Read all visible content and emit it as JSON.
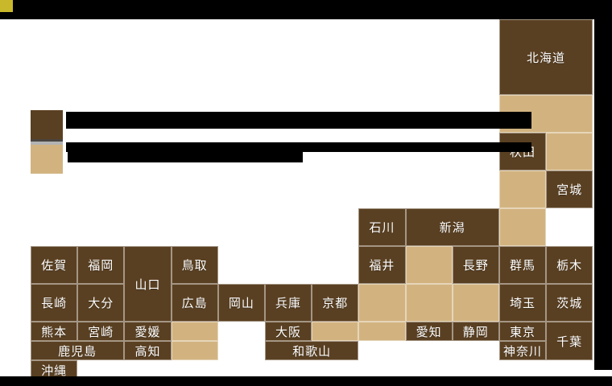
{
  "header": {
    "swatch_color": "#C9B829",
    "bar_color": "#000000"
  },
  "legend": {
    "items": [
      {
        "swatch_color": "#5A4022",
        "label": "",
        "label_redacted": true
      },
      {
        "swatch_color": "#D2B380",
        "label": "",
        "label_redacted": true
      }
    ]
  },
  "map": {
    "type": "japan-prefecture-grid",
    "colors": {
      "covered": "#5A4022",
      "uncovered": "#D2B380"
    },
    "cells": [
      {
        "name": "hokkaido",
        "label": "北海道",
        "state": "covered",
        "col": 11,
        "row": 1,
        "colspan": 2,
        "rowspan": 2
      },
      {
        "name": "aomori",
        "label": "",
        "state": "uncovered",
        "col": 11,
        "row": 3,
        "colspan": 2,
        "rowspan": 1
      },
      {
        "name": "akita",
        "label": "秋田",
        "state": "covered",
        "col": 11,
        "row": 4,
        "colspan": 1,
        "rowspan": 1
      },
      {
        "name": "iwate",
        "label": "",
        "state": "uncovered",
        "col": 12,
        "row": 4,
        "colspan": 1,
        "rowspan": 1
      },
      {
        "name": "yamagata",
        "label": "",
        "state": "uncovered",
        "col": 11,
        "row": 5,
        "colspan": 1,
        "rowspan": 1
      },
      {
        "name": "miyagi",
        "label": "宮城",
        "state": "covered",
        "col": 12,
        "row": 5,
        "colspan": 1,
        "rowspan": 1
      },
      {
        "name": "ishikawa",
        "label": "石川",
        "state": "covered",
        "col": 8,
        "row": 6,
        "colspan": 1,
        "rowspan": 1
      },
      {
        "name": "niigata",
        "label": "新潟",
        "state": "covered",
        "col": 9,
        "row": 6,
        "colspan": 2,
        "rowspan": 1
      },
      {
        "name": "fukushima",
        "label": "",
        "state": "uncovered",
        "col": 11,
        "row": 6,
        "colspan": 1,
        "rowspan": 1
      },
      {
        "name": "tottori",
        "label": "鳥取",
        "state": "covered",
        "col": 4,
        "row": 7,
        "colspan": 1,
        "rowspan": 1
      },
      {
        "name": "shimane",
        "label": "",
        "state": "uncovered",
        "col": 3,
        "row": 7,
        "colspan": 1,
        "rowspan": 1
      },
      {
        "name": "saga",
        "label": "佐賀",
        "state": "covered",
        "col": 1,
        "row": 7,
        "colspan": 1,
        "rowspan": 1
      },
      {
        "name": "fukuoka",
        "label": "福岡",
        "state": "covered",
        "col": 2,
        "row": 7,
        "colspan": 1,
        "rowspan": 1
      },
      {
        "name": "yamaguchi",
        "label": "山口",
        "state": "covered",
        "col": 3,
        "row": 7,
        "colspan": 1,
        "rowspan": 2
      },
      {
        "name": "fukui",
        "label": "福井",
        "state": "covered",
        "col": 8,
        "row": 7,
        "colspan": 1,
        "rowspan": 1
      },
      {
        "name": "toyama",
        "label": "",
        "state": "uncovered",
        "col": 9,
        "row": 7,
        "colspan": 1,
        "rowspan": 1
      },
      {
        "name": "nagano",
        "label": "長野",
        "state": "covered",
        "col": 10,
        "row": 7,
        "colspan": 1,
        "rowspan": 1
      },
      {
        "name": "gunma",
        "label": "群馬",
        "state": "covered",
        "col": 11,
        "row": 7,
        "colspan": 1,
        "rowspan": 1
      },
      {
        "name": "tochigi",
        "label": "栃木",
        "state": "covered",
        "col": 12,
        "row": 7,
        "colspan": 1,
        "rowspan": 1
      },
      {
        "name": "nagasaki",
        "label": "長崎",
        "state": "covered",
        "col": 1,
        "row": 8,
        "colspan": 1,
        "rowspan": 1
      },
      {
        "name": "oita",
        "label": "大分",
        "state": "covered",
        "col": 2,
        "row": 8,
        "colspan": 1,
        "rowspan": 1
      },
      {
        "name": "hiroshima",
        "label": "広島",
        "state": "covered",
        "col": 4,
        "row": 8,
        "colspan": 1,
        "rowspan": 1
      },
      {
        "name": "okayama",
        "label": "岡山",
        "state": "covered",
        "col": 5,
        "row": 8,
        "colspan": 1,
        "rowspan": 1
      },
      {
        "name": "hyogo",
        "label": "兵庫",
        "state": "covered",
        "col": 6,
        "row": 8,
        "colspan": 1,
        "rowspan": 1
      },
      {
        "name": "kyoto",
        "label": "京都",
        "state": "covered",
        "col": 7,
        "row": 8,
        "colspan": 1,
        "rowspan": 1
      },
      {
        "name": "shiga",
        "label": "",
        "state": "uncovered",
        "col": 8,
        "row": 8,
        "colspan": 1,
        "rowspan": 1
      },
      {
        "name": "gifu",
        "label": "",
        "state": "uncovered",
        "col": 9,
        "row": 8,
        "colspan": 1,
        "rowspan": 1
      },
      {
        "name": "yamanashi",
        "label": "",
        "state": "uncovered",
        "col": 10,
        "row": 8,
        "colspan": 1,
        "rowspan": 1
      },
      {
        "name": "saitama",
        "label": "埼玉",
        "state": "covered",
        "col": 11,
        "row": 8,
        "colspan": 1,
        "rowspan": 1
      },
      {
        "name": "ibaraki",
        "label": "茨城",
        "state": "covered",
        "col": 12,
        "row": 8,
        "colspan": 1,
        "rowspan": 1
      },
      {
        "name": "kumamoto",
        "label": "熊本",
        "state": "covered",
        "col": 1,
        "row": 9,
        "colspan": 1,
        "rowspan": 1
      },
      {
        "name": "miyazaki",
        "label": "宮崎",
        "state": "covered",
        "col": 2,
        "row": 9,
        "colspan": 1,
        "rowspan": 1
      },
      {
        "name": "ehime",
        "label": "愛媛",
        "state": "covered",
        "col": 3,
        "row": 9,
        "colspan": 1,
        "rowspan": 1
      },
      {
        "name": "kagawa",
        "label": "",
        "state": "uncovered",
        "col": 4,
        "row": 9,
        "colspan": 1,
        "rowspan": 1
      },
      {
        "name": "osaka",
        "label": "大阪",
        "state": "covered",
        "col": 6,
        "row": 9,
        "colspan": 1,
        "rowspan": 1
      },
      {
        "name": "nara",
        "label": "",
        "state": "uncovered",
        "col": 7,
        "row": 9,
        "colspan": 1,
        "rowspan": 1
      },
      {
        "name": "mie",
        "label": "",
        "state": "uncovered",
        "col": 8,
        "row": 9,
        "colspan": 1,
        "rowspan": 1
      },
      {
        "name": "aichi",
        "label": "愛知",
        "state": "covered",
        "col": 9,
        "row": 9,
        "colspan": 1,
        "rowspan": 1
      },
      {
        "name": "shizuoka",
        "label": "静岡",
        "state": "covered",
        "col": 10,
        "row": 9,
        "colspan": 1,
        "rowspan": 1
      },
      {
        "name": "tokyo",
        "label": "東京",
        "state": "covered",
        "col": 11,
        "row": 9,
        "colspan": 1,
        "rowspan": 1
      },
      {
        "name": "chiba",
        "label": "千葉",
        "state": "covered",
        "col": 12,
        "row": 9,
        "colspan": 1,
        "rowspan": 2
      },
      {
        "name": "kagoshima",
        "label": "鹿児島",
        "state": "covered",
        "col": 1,
        "row": 10,
        "colspan": 2,
        "rowspan": 1
      },
      {
        "name": "kochi",
        "label": "高知",
        "state": "covered",
        "col": 3,
        "row": 10,
        "colspan": 1,
        "rowspan": 1
      },
      {
        "name": "tokushima",
        "label": "",
        "state": "uncovered",
        "col": 4,
        "row": 10,
        "colspan": 1,
        "rowspan": 1
      },
      {
        "name": "wakayama",
        "label": "和歌山",
        "state": "covered",
        "col": 6,
        "row": 10,
        "colspan": 2,
        "rowspan": 1
      },
      {
        "name": "kanagawa",
        "label": "神奈川",
        "state": "covered",
        "col": 11,
        "row": 10,
        "colspan": 1,
        "rowspan": 1
      },
      {
        "name": "okinawa",
        "label": "沖縄",
        "state": "covered",
        "col": 1,
        "row": 11,
        "colspan": 1,
        "rowspan": 1
      }
    ]
  }
}
